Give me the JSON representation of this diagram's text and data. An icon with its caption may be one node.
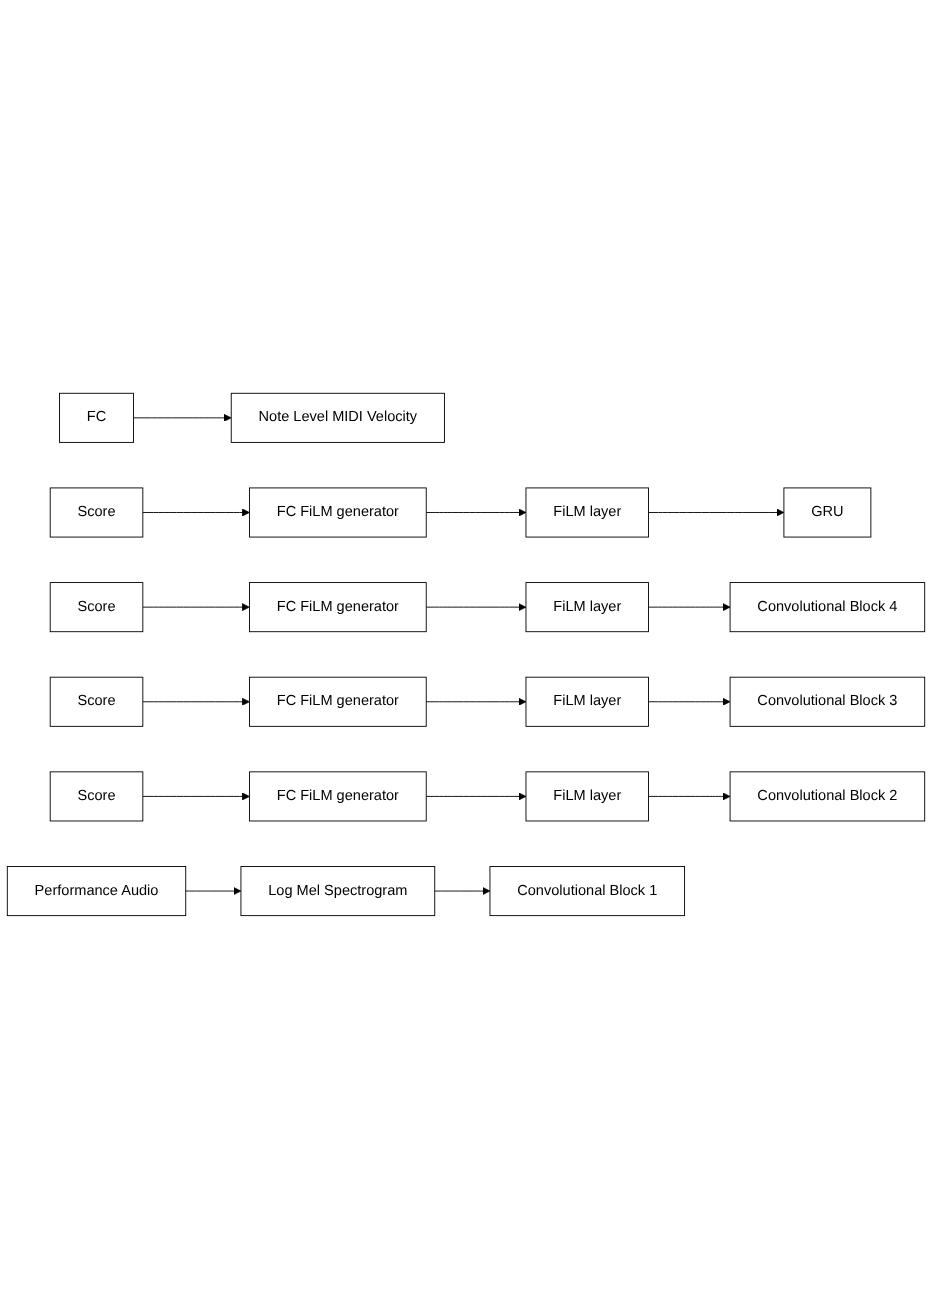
{
  "diagram": {
    "nodes": [
      {
        "text": [
          "Note Level MIDI Velocity"
        ]
      },
      {
        "text": [
          "FC"
        ]
      },
      {
        "text": [
          "GRU"
        ]
      },
      {
        "text": [
          "Score"
        ]
      },
      {
        "text": [
          "FC FiLM generator"
        ]
      },
      {
        "text": [
          "FiLM layer"
        ]
      },
      {
        "text": [
          "Convolutional Block 4"
        ]
      },
      {
        "text": [
          "Score"
        ]
      },
      {
        "text": [
          "FC FiLM generator"
        ]
      },
      {
        "text": [
          "FiLM layer"
        ]
      },
      {
        "text": [
          "Convolutional Block 3"
        ]
      },
      {
        "text": [
          "Score"
        ]
      },
      {
        "text": [
          "FC FiLM generator"
        ]
      },
      {
        "text": [
          "FiLM layer"
        ]
      },
      {
        "text": [
          "Convolutional Block 2"
        ]
      },
      {
        "text": [
          "Score"
        ]
      },
      {
        "text": [
          "FC FiLM generator"
        ]
      },
      {
        "text": [
          "FiLM layer"
        ]
      },
      {
        "text": [
          "Convolutional Block 1"
        ]
      },
      {
        "text": [
          "Performance Audio"
        ]
      },
      {
        "text": [
          "Log Mel Spectrogram"
        ]
      }
    ],
    "edges": [
      {
        "from": 1,
        "to": 0,
        "arrow": "to"
      },
      {
        "from": 5,
        "to": 2,
        "arrow": "to"
      },
      {
        "from": 3,
        "to": 4,
        "arrow": "to"
      },
      {
        "from": 4,
        "to": 5,
        "arrow": "to"
      },
      {
        "from": 9,
        "to": 6,
        "arrow": "to"
      },
      {
        "from": 7,
        "to": 8,
        "arrow": "to"
      },
      {
        "from": 8,
        "to": 9,
        "arrow": "to"
      },
      {
        "from": 13,
        "to": 10,
        "arrow": "to"
      },
      {
        "from": 11,
        "to": 12,
        "arrow": "to"
      },
      {
        "from": 12,
        "to": 13,
        "arrow": "to"
      },
      {
        "from": 17,
        "to": 14,
        "arrow": "to"
      },
      {
        "from": 15,
        "to": 16,
        "arrow": "to"
      },
      {
        "from": 16,
        "to": 17,
        "arrow": "to"
      },
      {
        "from": 20,
        "to": 18,
        "arrow": "to"
      },
      {
        "from": 19,
        "to": 20,
        "arrow": "to"
      }
    ]
  }
}
